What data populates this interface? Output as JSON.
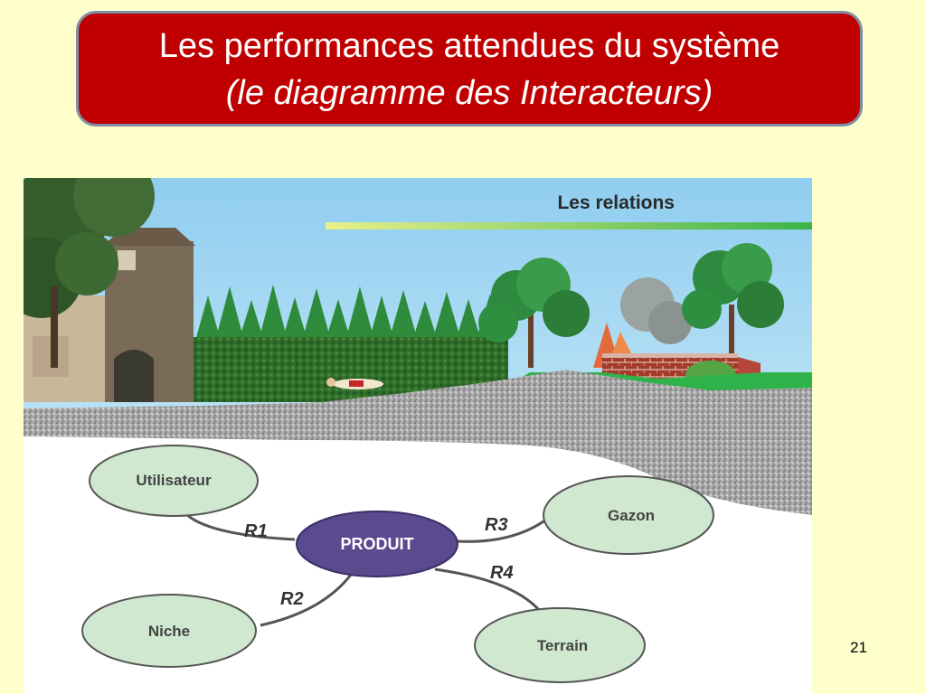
{
  "slide": {
    "title_line1": "Les performances attendues du système",
    "title_line2": "(le diagramme des Interacteurs)",
    "page_number": "21"
  },
  "scene": {
    "heading": "Les relations"
  },
  "diagram": {
    "center": "PRODUIT",
    "nodes": {
      "utilisateur": "Utilisateur",
      "gazon": "Gazon",
      "niche": "Niche",
      "terrain": "Terrain"
    },
    "relations": {
      "r1": "R1",
      "r2": "R2",
      "r3": "R3",
      "r4": "R4"
    }
  },
  "colors": {
    "title_bg": "#c00000",
    "slide_bg": "#ffffcc",
    "node_fill": "#cfe8cf",
    "center_fill": "#5b4a8e"
  }
}
